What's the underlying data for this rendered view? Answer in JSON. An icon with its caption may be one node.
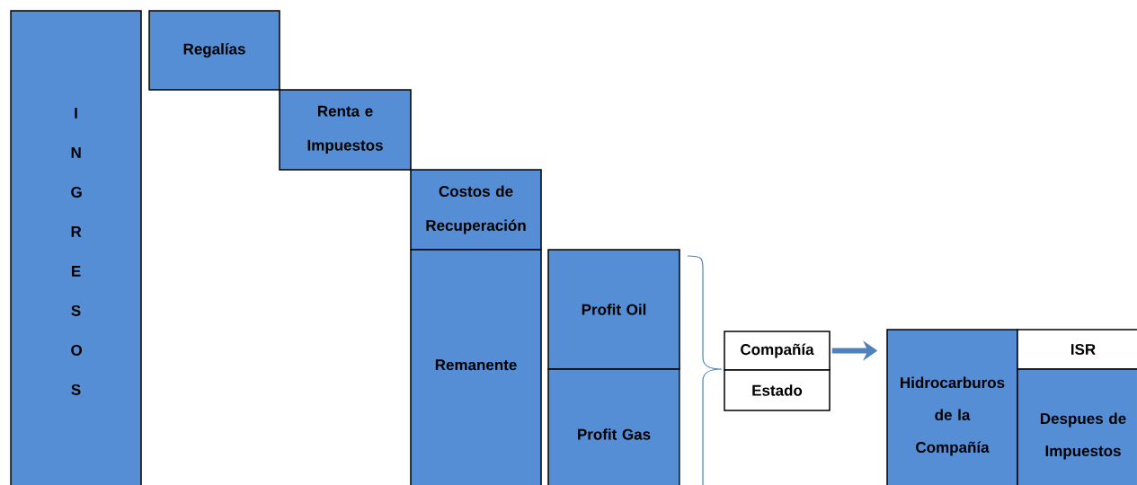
{
  "diagram": {
    "nodes": [
      {
        "text": [
          "I N G R E S O S"
        ]
      },
      {
        "text": [
          "Regalías"
        ]
      },
      {
        "text": [
          "Renta e Impuestos"
        ]
      },
      {
        "text": [
          "Costos de Recuperación"
        ]
      },
      {
        "text": [
          "Remanente"
        ]
      },
      {
        "text": [
          "Profit Oil"
        ]
      },
      {
        "text": [
          "Profit Gas"
        ]
      },
      {
        "text": [
          "Compañía"
        ]
      },
      {
        "text": [
          "Estado"
        ]
      },
      {
        "text": [
          "Hidrocarburos de la Compañía"
        ]
      },
      {
        "text": [
          "ISR"
        ]
      },
      {
        "text": [
          "Despues de Impuestos"
        ]
      }
    ],
    "edges": [
      {
        "from": 7,
        "to": 9,
        "arrow": "to",
        "color": "#4f81bd"
      }
    ]
  }
}
